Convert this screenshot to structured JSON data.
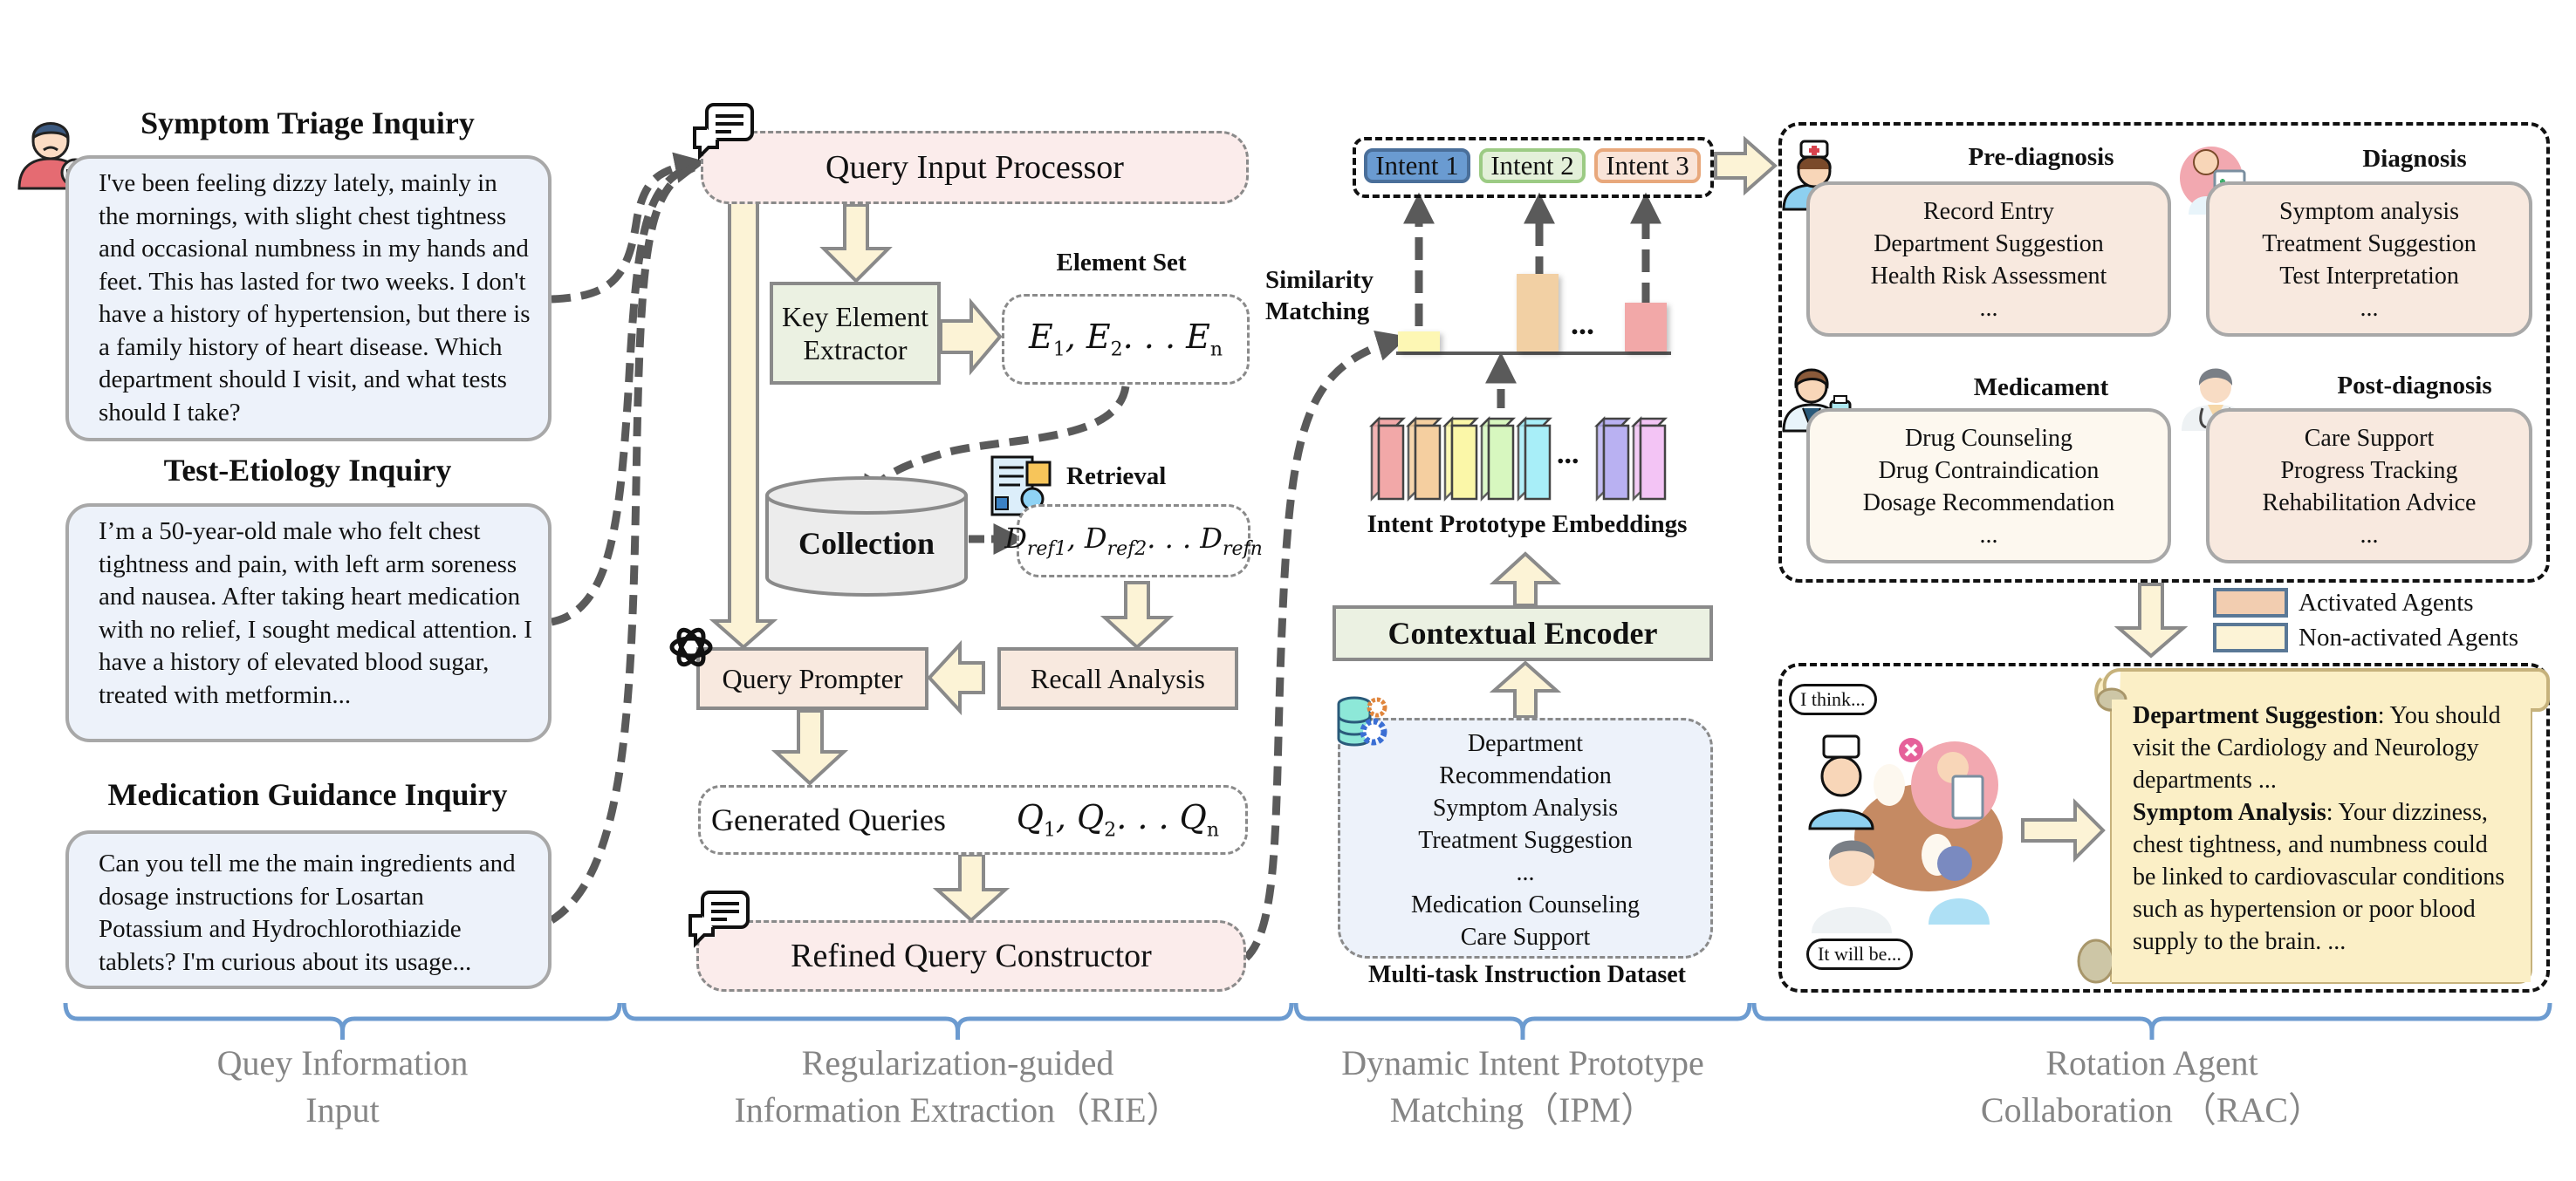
{
  "inputs": [
    {
      "title": "Symptom Triage Inquiry",
      "text": "I've been feeling dizzy lately, mainly in the mornings, with slight chest tightness and occasional numbness in my hands and feet. This has lasted for two weeks. I don't have a history of hypertension, but there is a family history of heart disease. Which department should I visit, and what tests should I take?"
    },
    {
      "title": "Test-Etiology Inquiry",
      "text": "I’m a 50-year-old male who felt chest tightness and pain, with left arm soreness and nausea. After taking heart medication with no relief, I sought medical attention. I have a history of elevated blood sugar, treated with metformin..."
    },
    {
      "title": "Medication Guidance Inquiry",
      "text": "Can you tell me the main ingredients and dosage instructions for Losartan Potassium and Hydrochlorothiazide tablets? I'm curious about its usage..."
    }
  ],
  "rie": {
    "query_input_processor": "Query Input Processor",
    "key_element_extractor": "Key Element Extractor",
    "element_set_label": "Element Set",
    "element_set": {
      "symbol": "E",
      "items": [
        "1",
        "2",
        "n"
      ]
    },
    "collection": "Collection",
    "retrieval_label": "Retrieval",
    "retrieved_docs": {
      "symbol": "D",
      "sub_prefix": "ref",
      "items": [
        "1",
        "2",
        "n"
      ]
    },
    "recall_analysis": "Recall Analysis",
    "query_prompter": "Query Prompter",
    "generated_queries": "Generated Queries",
    "queries": {
      "symbol": "Q",
      "items": [
        "1",
        "2",
        "n"
      ]
    },
    "refined_query_constructor": "Refined Query Constructor"
  },
  "ipm": {
    "intents": [
      {
        "label": "Intent 1",
        "fill": "#6a9bd1",
        "border": "#4a6f9a"
      },
      {
        "label": "Intent 2",
        "fill": "#e3f0d9",
        "border": "#9ccb84"
      },
      {
        "label": "Intent 3",
        "fill": "#f9e4d8",
        "border": "#e8a87c"
      }
    ],
    "similarity_matching": "Similarity Matching",
    "similarity_bars": [
      {
        "score": 0.15,
        "color": "#fdf7b4"
      },
      {
        "score": 0.75,
        "color": "#f2d0a4"
      },
      {
        "score": 0.45,
        "color": "#f2a8a8"
      }
    ],
    "ellipsis": "...",
    "embedding_colors": [
      "#f2a8a8",
      "#f5cfa0",
      "#fbf7a8",
      "#d7f7bf",
      "#a8eef8",
      "#b9b1f2",
      "#f3c4f5"
    ],
    "embeddings_label": "Intent Prototype Embeddings",
    "contextual_encoder": "Contextual Encoder",
    "dataset_items": [
      "Department",
      "Recommendation",
      "Symptom Analysis",
      "Treatment Suggestion",
      "...",
      "Medication Counseling",
      "Care Support"
    ],
    "dataset_label": "Multi-task Instruction Dataset"
  },
  "rac": {
    "agents": [
      {
        "title": "Pre-diagnosis",
        "items": [
          "Record Entry",
          "Department Suggestion",
          "Health Risk Assessment",
          "..."
        ],
        "activated": true
      },
      {
        "title": "Diagnosis",
        "items": [
          "Symptom analysis",
          "Treatment Suggestion",
          "Test Interpretation",
          "..."
        ],
        "activated": true
      },
      {
        "title": "Medicament",
        "items": [
          "Drug Counseling",
          "Drug Contraindication",
          "Dosage Recommendation",
          "..."
        ],
        "activated": false
      },
      {
        "title": "Post-diagnosis",
        "items": [
          "Care Support",
          "Progress Tracking",
          "Rehabilitation Advice",
          "..."
        ],
        "activated": true
      }
    ],
    "legend": [
      {
        "label": "Activated Agents",
        "color": "#f2cdb0"
      },
      {
        "label": "Non-activated Agents",
        "color": "#fcf3d6"
      }
    ],
    "bubble_1": "I think...",
    "bubble_2": "It will be...",
    "output": [
      {
        "heading": "Department Suggestion",
        "text": ": You should visit the Cardiology and Neurology departments ..."
      },
      {
        "heading": "Symptom Analysis",
        "text": ": Your dizziness, chest tightness, and numbness could be linked to cardiovascular conditions such as hypertension or poor blood supply to the brain. ..."
      }
    ]
  },
  "stages": [
    {
      "line1": "Quey Information",
      "line2": "Input"
    },
    {
      "line1": "Regularization-guided",
      "line2": "Information Extraction（RIE）"
    },
    {
      "line1": "Dynamic Intent Prototype",
      "line2": "Matching（IPM）"
    },
    {
      "line1": "Rotation Agent",
      "line2": "Collaboration （RAC）"
    }
  ],
  "colors": {
    "brace": "#6c9bd0",
    "arrow_fill": "#fcf3d6",
    "arrow_stroke": "#8a8a8a",
    "dash_flow": "#5a5a5a",
    "activated": "#f8e9df",
    "non_activated": "#fdf8ef"
  }
}
